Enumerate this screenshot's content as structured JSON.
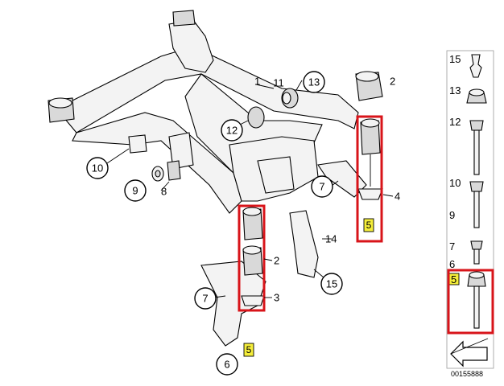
{
  "callouts": {
    "c1": "1",
    "c2a": "2",
    "c2b": "2",
    "c3": "3",
    "c4": "4",
    "c5a": "5",
    "c5b": "5",
    "c6": "6",
    "c7a": "7",
    "c7b": "7",
    "c8": "8",
    "c9": "9",
    "c10": "10",
    "c11": "11",
    "c12": "12",
    "c13": "13",
    "c14": "14",
    "c15": "15"
  },
  "legend": {
    "items": [
      "15",
      "13",
      "12",
      "10",
      "9",
      "7",
      "6",
      "5"
    ]
  },
  "document_id": "00155888",
  "colors": {
    "highlight": "#d8141a",
    "tag_yellow": "#f5ee3a"
  }
}
